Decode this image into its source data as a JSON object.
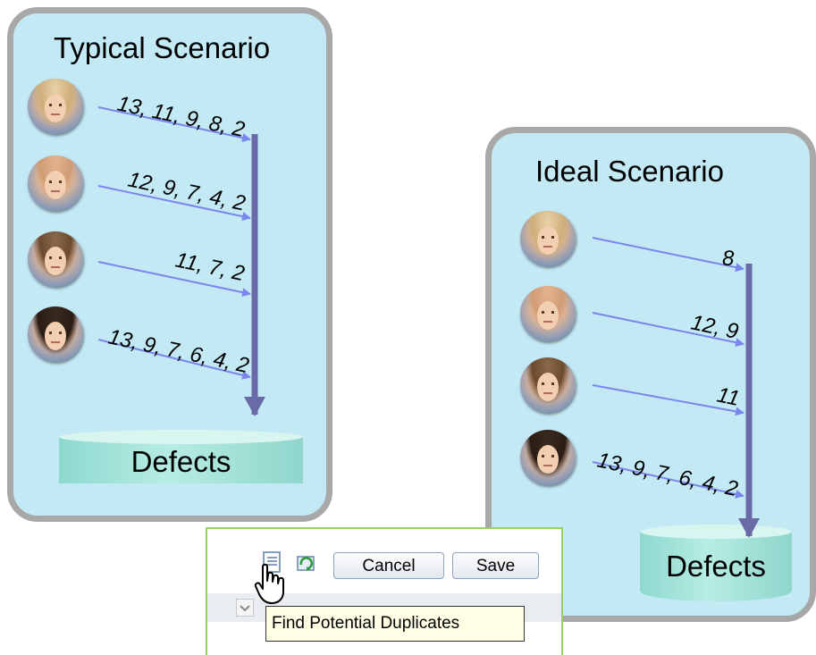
{
  "typical": {
    "title": "Typical Scenario",
    "sequences": [
      "13, 11, 9, 8, 2",
      "12, 9, 7, 4, 2",
      "11, 7, 2",
      "13, 9, 7, 6, 4, 2"
    ],
    "store_label": "Defects"
  },
  "ideal": {
    "title": "Ideal Scenario",
    "sequences": [
      "8",
      "12, 9",
      "11",
      "13, 9, 7, 6, 4, 2"
    ],
    "store_label": "Defects"
  },
  "toolbar": {
    "cancel_label": "Cancel",
    "save_label": "Save",
    "tooltip": "Find Potential Duplicates",
    "icons": [
      "find-duplicates-icon",
      "refresh-icon",
      "hand-cursor-icon",
      "dropdown-icon"
    ]
  },
  "colors": {
    "panel_fill": "#c3e9f5",
    "panel_border": "#a8a8a8",
    "arrow_light": "#7a86ee",
    "arrow_dark": "#6a6aa8",
    "drum": "#9fe0d6",
    "inset_border": "#9ccf6a"
  }
}
